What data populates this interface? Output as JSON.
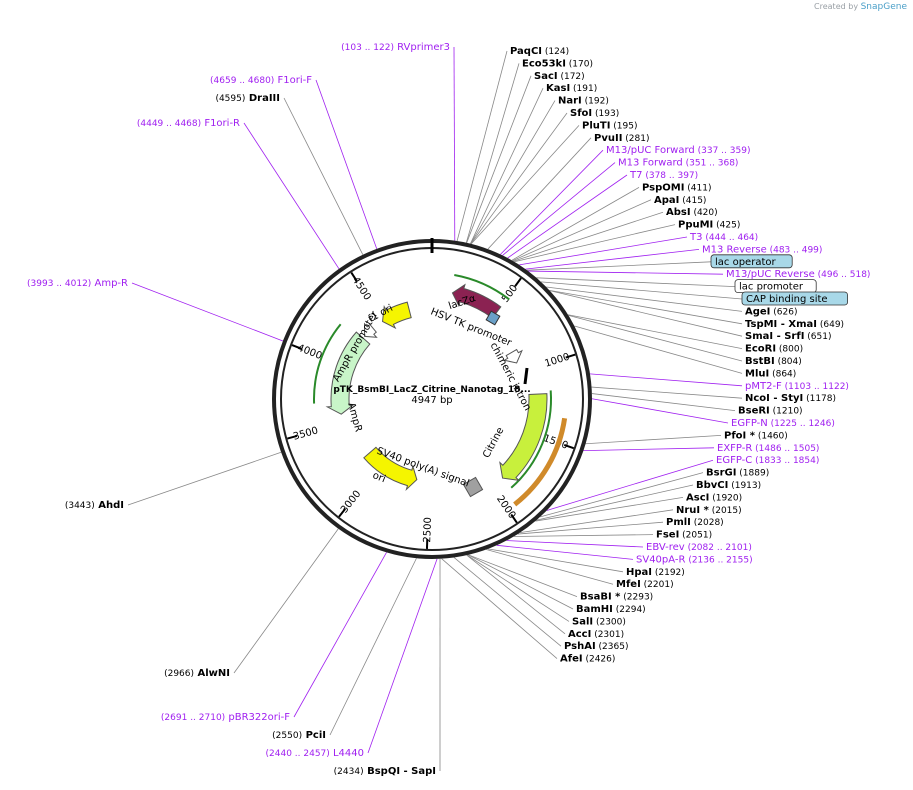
{
  "credit": {
    "prefix": "Created by",
    "brand": "SnapGene"
  },
  "plasmid": {
    "name": "pTK_BsmBI_LacZ_Citrine_Nanotag_18...",
    "length_label": "4947 bp",
    "length": 4947
  },
  "ticks": [
    "500",
    "1000",
    "1500",
    "2000",
    "2500",
    "3000",
    "3500",
    "4000",
    "4500"
  ],
  "features": [
    {
      "name": "lacZα",
      "color": "#8b2252",
      "kind": "lacz"
    },
    {
      "name": "f1 ori",
      "color": "#f5f500",
      "kind": "f1"
    },
    {
      "name": "AmpR promoter",
      "color": "#ffffff",
      "kind": "ampprom"
    },
    {
      "name": "AmpR",
      "color": "#c8f5c8",
      "kind": "ampr"
    },
    {
      "name": "ori",
      "color": "#f5f500",
      "kind": "ori"
    },
    {
      "name": "SV40 poly(A) signal",
      "color": "#a0a0a0",
      "kind": "sv40"
    },
    {
      "name": "HSV TK promoter",
      "color": "#ffffff",
      "kind": "hsv"
    },
    {
      "name": "chimeric intron",
      "color": "#ffffff",
      "kind": "intron"
    },
    {
      "name": "Citrine",
      "color": "#c8f03c",
      "kind": "citrine"
    }
  ],
  "boxed": [
    "lac operator",
    "lac promoter",
    "CAP binding site"
  ],
  "labels_left": [
    {
      "name": "RVprimer3",
      "pos": "(103 .. 122)",
      "type": "primer"
    },
    {
      "name": "F1ori-F",
      "pos": "(4659 .. 4680)",
      "type": "primer"
    },
    {
      "name": "DraIII",
      "pos": "(4595)",
      "type": "enzyme"
    },
    {
      "name": "F1ori-R",
      "pos": "(4449 .. 4468)",
      "type": "primer"
    },
    {
      "name": "Amp-R",
      "pos": "(3993 .. 4012)",
      "type": "primer"
    },
    {
      "name": "AhdI",
      "pos": "(3443)",
      "type": "enzyme"
    },
    {
      "name": "AlwNI",
      "pos": "(2966)",
      "type": "enzyme"
    },
    {
      "name": "pBR322ori-F",
      "pos": "(2691 .. 2710)",
      "type": "primer"
    },
    {
      "name": "PciI",
      "pos": "(2550)",
      "type": "enzyme"
    },
    {
      "name": "L4440",
      "pos": "(2440 .. 2457)",
      "type": "primer"
    },
    {
      "name": "BspQI",
      "pos": "(2434)",
      "type": "enzyme",
      "extra": "- SapI"
    }
  ],
  "labels_right": [
    {
      "name": "PaqCI",
      "pos": "(124)",
      "type": "enzyme"
    },
    {
      "name": "Eco53kI",
      "pos": "(170)",
      "type": "enzyme"
    },
    {
      "name": "SacI",
      "pos": "(172)",
      "type": "enzyme"
    },
    {
      "name": "KasI",
      "pos": "(191)",
      "type": "enzyme"
    },
    {
      "name": "NarI",
      "pos": "(192)",
      "type": "enzyme"
    },
    {
      "name": "SfoI",
      "pos": "(193)",
      "type": "enzyme"
    },
    {
      "name": "PluTI",
      "pos": "(195)",
      "type": "enzyme"
    },
    {
      "name": "PvuII",
      "pos": "(281)",
      "type": "enzyme"
    },
    {
      "name": "M13/pUC Forward",
      "pos": "(337 .. 359)",
      "type": "primer"
    },
    {
      "name": "M13 Forward",
      "pos": "(351 .. 368)",
      "type": "primer"
    },
    {
      "name": "T7",
      "pos": "(378 .. 397)",
      "type": "primer"
    },
    {
      "name": "PspOMI",
      "pos": "(411)",
      "type": "enzyme"
    },
    {
      "name": "ApaI",
      "pos": "(415)",
      "type": "enzyme"
    },
    {
      "name": "AbsI",
      "pos": "(420)",
      "type": "enzyme"
    },
    {
      "name": "PpuMI",
      "pos": "(425)",
      "type": "enzyme"
    },
    {
      "name": "T3",
      "pos": "(444 .. 464)",
      "type": "primer"
    },
    {
      "name": "M13 Reverse",
      "pos": "(483 .. 499)",
      "type": "primer"
    },
    {
      "name": "lac operator",
      "pos": "",
      "type": "box",
      "color": "#a8d8e8"
    },
    {
      "name": "M13/pUC Reverse",
      "pos": "(496 .. 518)",
      "type": "primer"
    },
    {
      "name": "lac promoter",
      "pos": "",
      "type": "box",
      "color": "#ffffff"
    },
    {
      "name": "CAP binding site",
      "pos": "",
      "type": "box",
      "color": "#a8d8e8"
    },
    {
      "name": "AgeI",
      "pos": "(626)",
      "type": "enzyme"
    },
    {
      "name": "TspMI",
      "pos": "(649)",
      "type": "enzyme",
      "extra": "- XmaI"
    },
    {
      "name": "SmaI",
      "pos": "(651)",
      "type": "enzyme",
      "extra": "- SrfI"
    },
    {
      "name": "EcoRI",
      "pos": "(800)",
      "type": "enzyme"
    },
    {
      "name": "BstBI",
      "pos": "(804)",
      "type": "enzyme"
    },
    {
      "name": "MluI",
      "pos": "(864)",
      "type": "enzyme"
    },
    {
      "name": "pMT2-F",
      "pos": "(1103 .. 1122)",
      "type": "primer"
    },
    {
      "name": "NcoI",
      "pos": "(1178)",
      "type": "enzyme",
      "extra": "- StyI"
    },
    {
      "name": "BseRI",
      "pos": "(1210)",
      "type": "enzyme"
    },
    {
      "name": "EGFP-N",
      "pos": "(1225 .. 1246)",
      "type": "primer"
    },
    {
      "name": "PfoI *",
      "pos": "(1460)",
      "type": "enzyme"
    },
    {
      "name": "EXFP-R",
      "pos": "(1486 .. 1505)",
      "type": "primer"
    },
    {
      "name": "EGFP-C",
      "pos": "(1833 .. 1854)",
      "type": "primer"
    },
    {
      "name": "BsrGI",
      "pos": "(1889)",
      "type": "enzyme"
    },
    {
      "name": "BbvCI",
      "pos": "(1913)",
      "type": "enzyme"
    },
    {
      "name": "AscI",
      "pos": "(1920)",
      "type": "enzyme"
    },
    {
      "name": "NruI *",
      "pos": "(2015)",
      "type": "enzyme"
    },
    {
      "name": "PmlI",
      "pos": "(2028)",
      "type": "enzyme"
    },
    {
      "name": "FseI",
      "pos": "(2051)",
      "type": "enzyme"
    },
    {
      "name": "EBV-rev",
      "pos": "(2082 .. 2101)",
      "type": "primer"
    },
    {
      "name": "SV40pA-R",
      "pos": "(2136 .. 2155)",
      "type": "primer"
    },
    {
      "name": "HpaI",
      "pos": "(2192)",
      "type": "enzyme"
    },
    {
      "name": "MfeI",
      "pos": "(2201)",
      "type": "enzyme"
    },
    {
      "name": "BsaBI *",
      "pos": "(2293)",
      "type": "enzyme"
    },
    {
      "name": "BamHI",
      "pos": "(2294)",
      "type": "enzyme"
    },
    {
      "name": "SalI",
      "pos": "(2300)",
      "type": "enzyme"
    },
    {
      "name": "AccI",
      "pos": "(2301)",
      "type": "enzyme"
    },
    {
      "name": "PshAI",
      "pos": "(2365)",
      "type": "enzyme"
    },
    {
      "name": "AfeI",
      "pos": "(2426)",
      "type": "enzyme"
    }
  ]
}
